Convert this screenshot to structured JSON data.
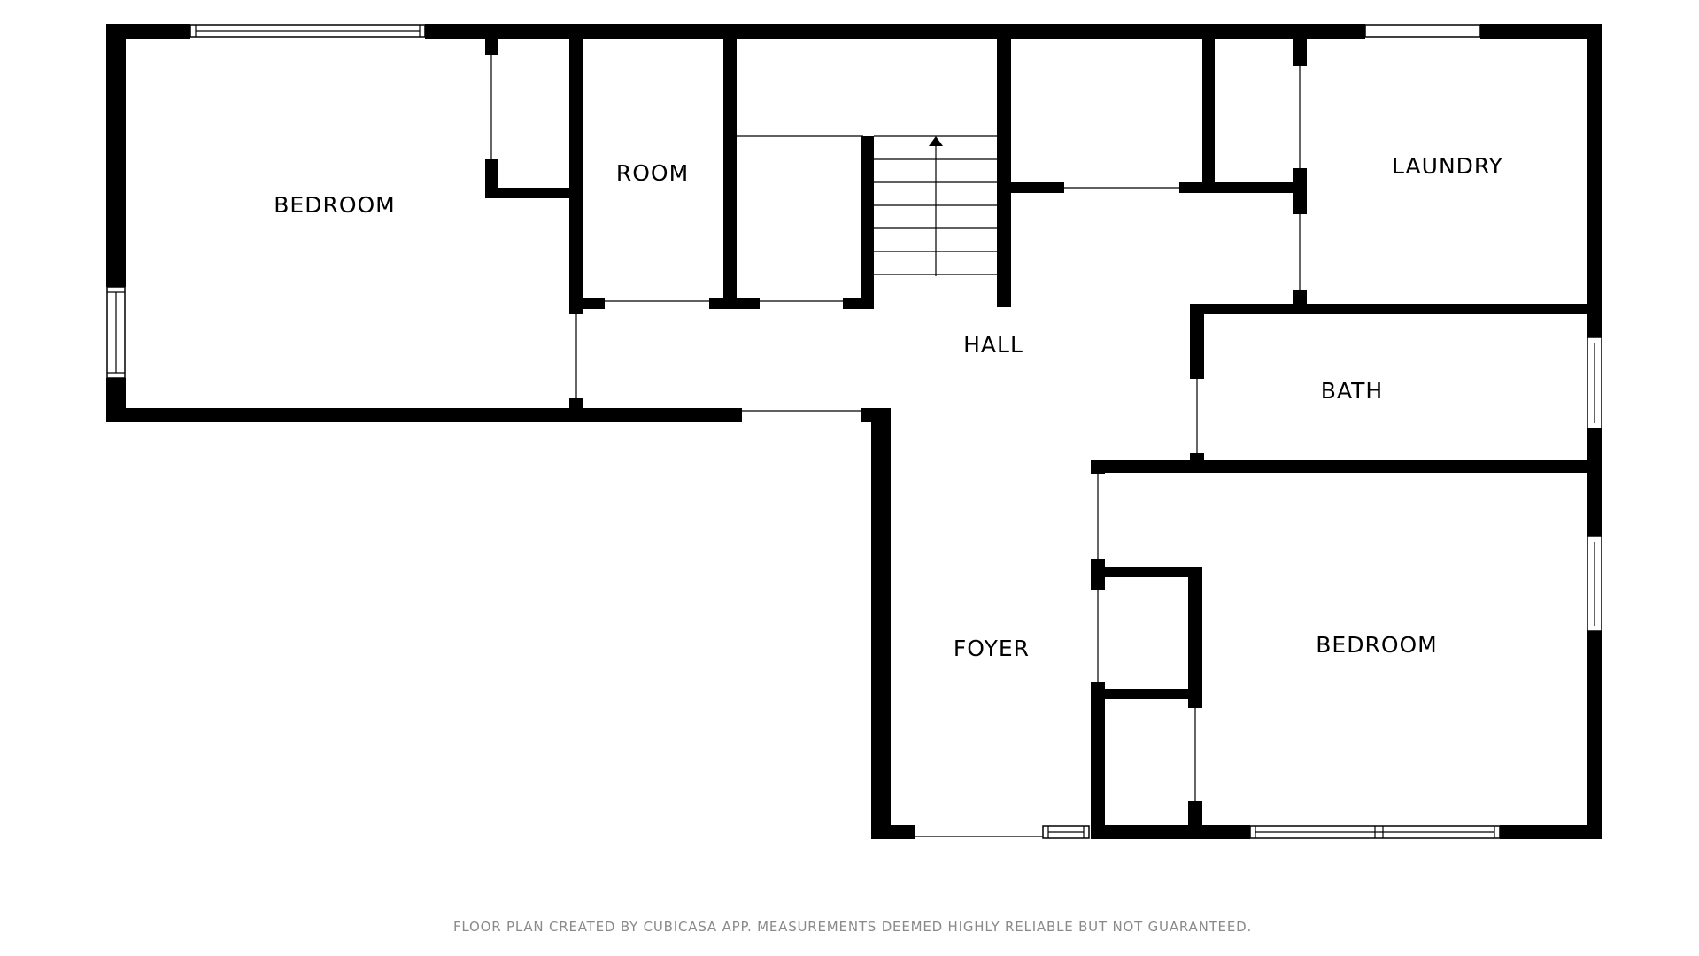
{
  "floorplan": {
    "rooms": {
      "bedroom_left": "BEDROOM",
      "room": "ROOM",
      "laundry": "LAUNDRY",
      "hall": "HALL",
      "bath": "BATH",
      "foyer": "FOYER",
      "bedroom_right": "BEDROOM"
    },
    "footer": "FLOOR PLAN CREATED BY CUBICASA APP. MEASUREMENTS DEEMED HIGHLY RELIABLE BUT NOT GUARANTEED."
  }
}
